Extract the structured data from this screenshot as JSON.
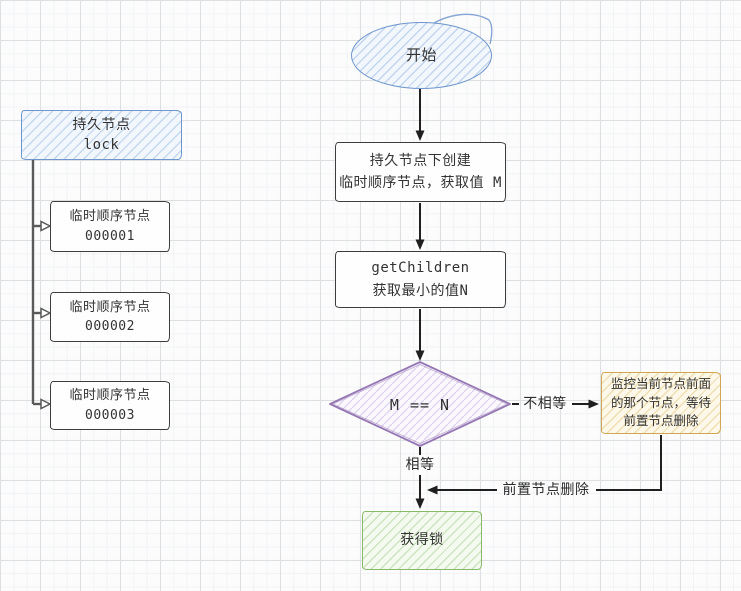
{
  "diagram": {
    "nodes": {
      "start": {
        "label": "开始"
      },
      "persistent_lock": {
        "label": "持久节点\nlock"
      },
      "create": {
        "label": "持久节点下创建\n临时顺序节点，获取值 M"
      },
      "get_children": {
        "label": "getChildren\n获取最小的值N"
      },
      "decision": {
        "label": "M == N"
      },
      "watch": {
        "label": "监控当前节点前面\n的那个节点，等待\n前置节点删除"
      },
      "acquired": {
        "label": "获得锁"
      }
    },
    "children": [
      {
        "label": "临时顺序节点\n000001"
      },
      {
        "label": "临时顺序节点\n000002"
      },
      {
        "label": "临时顺序节点\n000003"
      }
    ],
    "edge_labels": {
      "not_equal": "不相等",
      "equal": "相等",
      "predecessor_deleted": "前置节点删除"
    },
    "colors": {
      "blue": "#6e95cc",
      "purple": "#9678b4",
      "yellow": "#cfa652",
      "green": "#86b968",
      "node": "#3d3d3d",
      "arrow": "#1f1f1f",
      "tree": "#5a5a5a"
    }
  }
}
